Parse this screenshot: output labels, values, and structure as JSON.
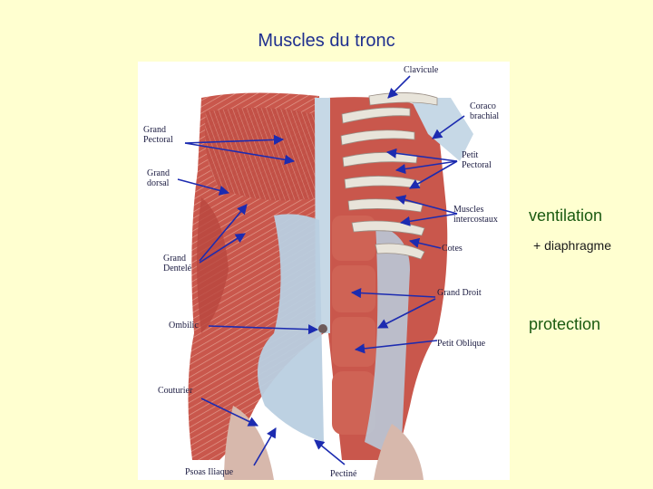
{
  "slide": {
    "title": "Muscles du tronc",
    "notes": {
      "ventilation": "ventilation",
      "diaphragme": "+ diaphragme",
      "protection": "protection"
    }
  },
  "diagram": {
    "labels": {
      "clavicule": "Clavicule",
      "coraco_brachial": "Coraco\nbrachial",
      "grand_pectoral": "Grand\nPectoral",
      "petit_pectoral": "Petit\nPectoral",
      "grand_dorsal": "Grand\ndorsal",
      "muscles_intercostaux": "Muscles\nintercostaux",
      "cotes": "Cotes",
      "grand_dentele": "Grand\nDentelé",
      "grand_droit": "Grand Droit",
      "ombilic": "Ombilic",
      "petit_oblique": "Petit Oblique",
      "couturier": "Couturier",
      "psoas_iliaque": "Psoas Iliaque",
      "pectine": "Pectiné"
    },
    "colors": {
      "muscle": "#c9574c",
      "muscle_light": "#de8a7c",
      "fascia": "#b9cfe0",
      "arrow": "#1c2bb0"
    }
  }
}
